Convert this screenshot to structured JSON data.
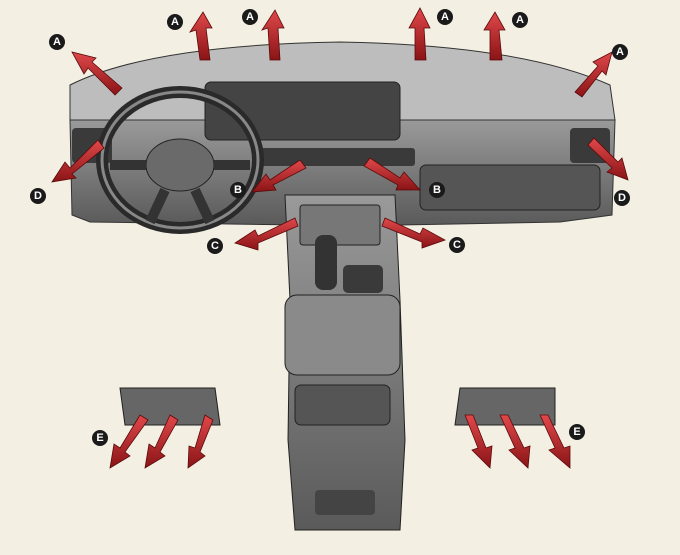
{
  "figure": {
    "title": "Vehicle air vent airflow diagram",
    "colors": {
      "background": "#f4efe3",
      "airflow": "#c0282a",
      "marker": "#1a1a1a"
    },
    "labels": {
      "a": "A",
      "b": "B",
      "c": "C",
      "d": "D",
      "e": "E"
    }
  }
}
